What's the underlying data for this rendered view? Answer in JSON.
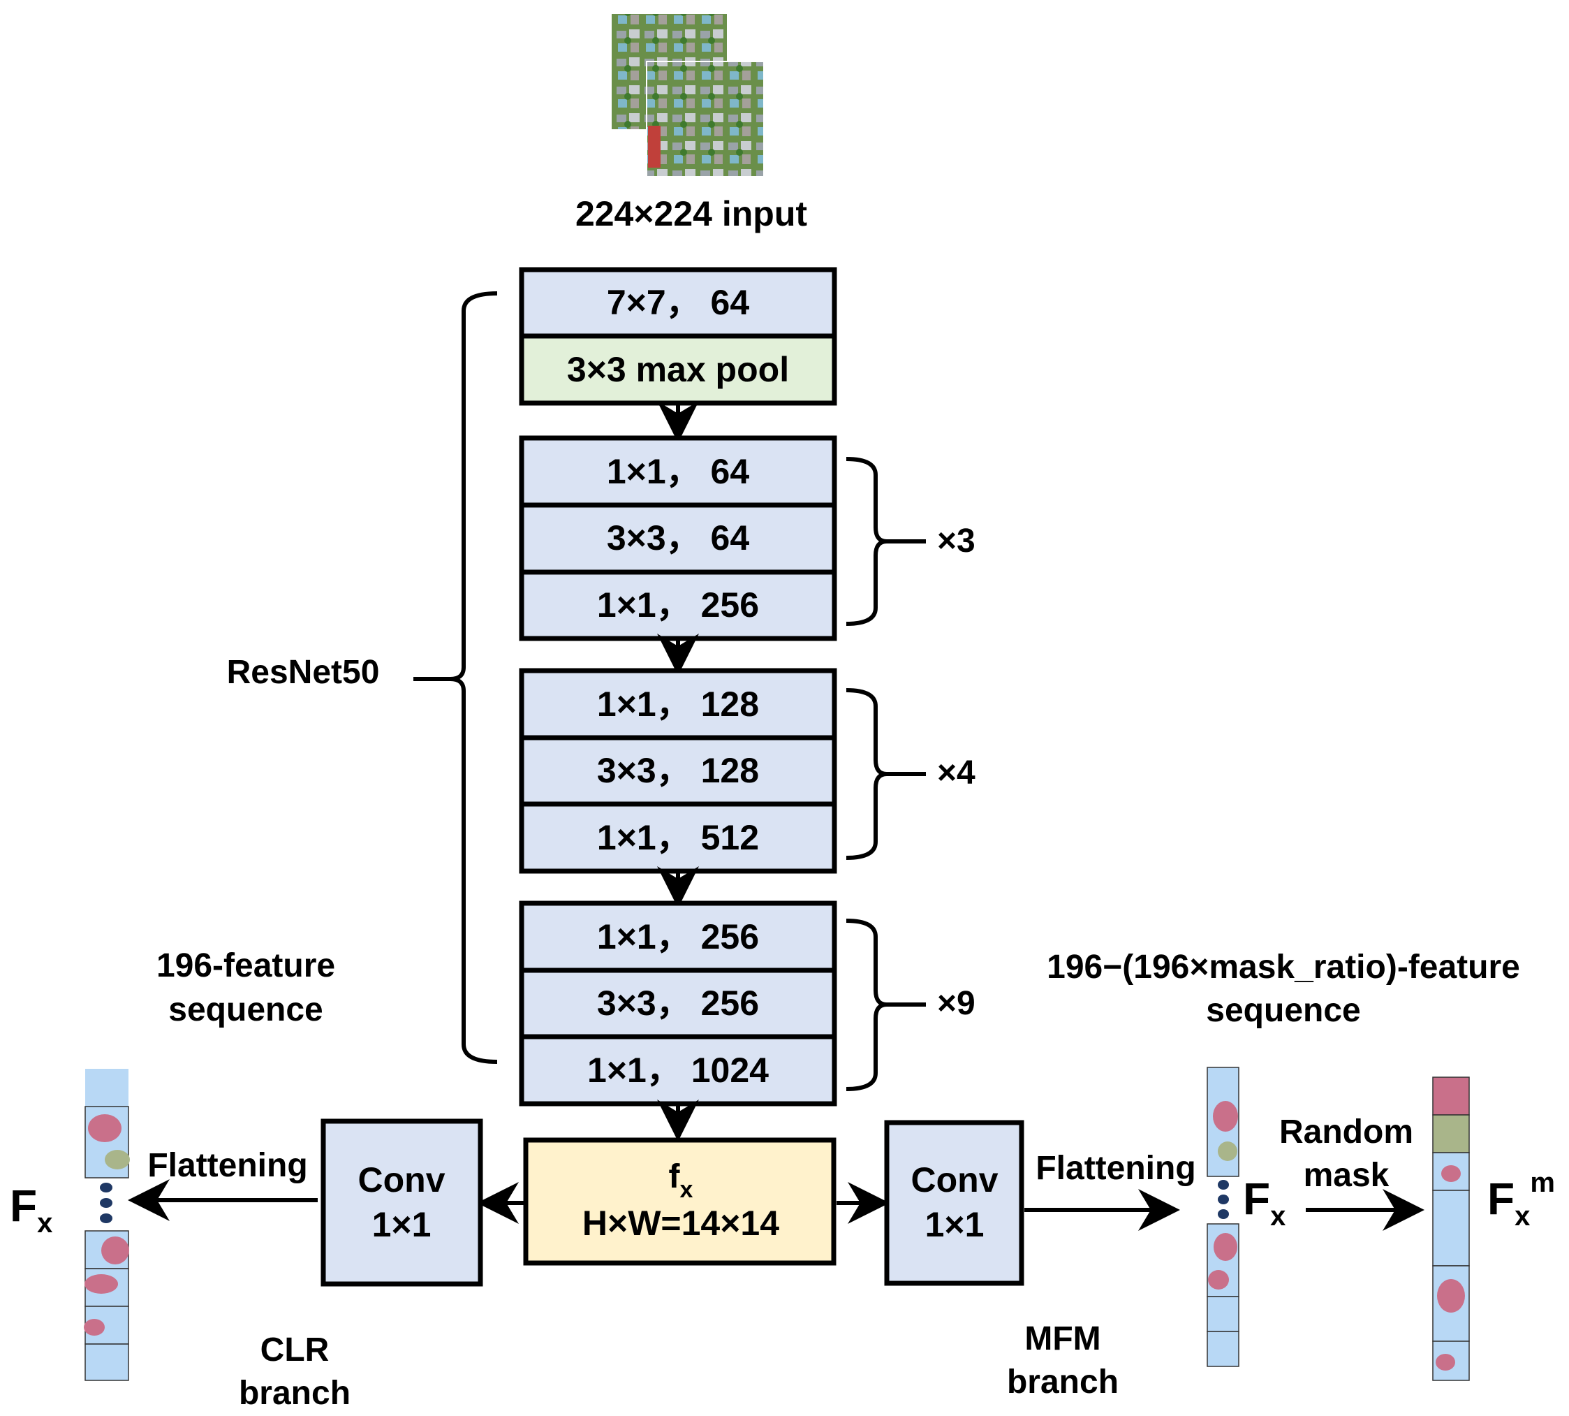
{
  "input": {
    "label": "224×224 input"
  },
  "stem": {
    "conv_label": "7×7， 64",
    "pool_label": "3×3 max pool"
  },
  "stages": [
    {
      "layers": [
        "1×1， 64",
        "3×3， 64",
        "1×1， 256"
      ],
      "repeat": "×3"
    },
    {
      "layers": [
        "1×1， 128",
        "3×3， 128",
        "1×1， 512"
      ],
      "repeat": "×4"
    },
    {
      "layers": [
        "1×1， 256",
        "3×3， 256",
        "1×1， 1024"
      ],
      "repeat": "×9"
    }
  ],
  "backbone": {
    "label": "ResNet50"
  },
  "feature_map": {
    "symbol": "f",
    "subscript": "x",
    "size_label": "H×W=14×14"
  },
  "clr_branch": {
    "conv_line1": "Conv",
    "conv_line2": "1×1",
    "flatten_label": "Flattening",
    "sequence_line1": "196-feature",
    "sequence_line2": "sequence",
    "output_symbol": "F",
    "output_subscript": "x",
    "branch_line1": "CLR",
    "branch_line2": "branch"
  },
  "mfm_branch": {
    "conv_line1": "Conv",
    "conv_line2": "1×1",
    "flatten_label": "Flattening",
    "sequence_line1": "196−(196×mask_ratio)-feature",
    "sequence_line2": "sequence",
    "output_symbol": "F",
    "output_subscript": "x",
    "mask_line1": "Random",
    "mask_line2": "mask",
    "masked_symbol": "F",
    "masked_subscript": "x",
    "masked_superscript": "m",
    "branch_line1": "MFM",
    "branch_line2": "branch"
  },
  "colors": {
    "layer_fill": "#dae3f3",
    "pool_fill": "#e2f0d9",
    "feature_fill": "#fff2cc",
    "conv_fill": "#dae3f3",
    "token_fill": "#b8d8f5",
    "token_pink": "#c9708a",
    "dot_color": "#1f3864"
  },
  "icons": [
    "aerial-image-icon",
    "arrow-icon",
    "curly-brace-icon",
    "ellipsis-dots-icon"
  ]
}
